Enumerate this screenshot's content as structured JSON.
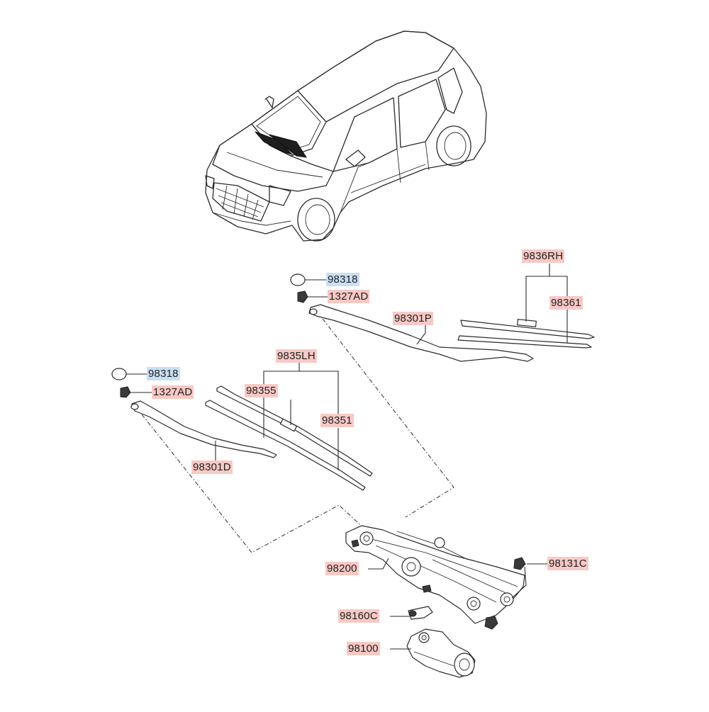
{
  "colors": {
    "part_label_bg": "#f7c9c5",
    "ref_label_bg": "#c9dff4",
    "line": "#2a2a2a"
  },
  "labels": {
    "cap_upper": "98318",
    "nut_upper": "1327AD",
    "arm_rh": "98301P",
    "blade_rh": "9836RH",
    "refill_rh": "98361",
    "cap_lower": "98318",
    "nut_lower": "1327AD",
    "blade_lh": "9835LH",
    "refill_lh_a": "98355",
    "refill_lh_b": "98351",
    "arm_lh": "98301D",
    "linkage": "98200",
    "nut_motor": "98131C",
    "bracket": "98160C",
    "motor": "98100"
  }
}
